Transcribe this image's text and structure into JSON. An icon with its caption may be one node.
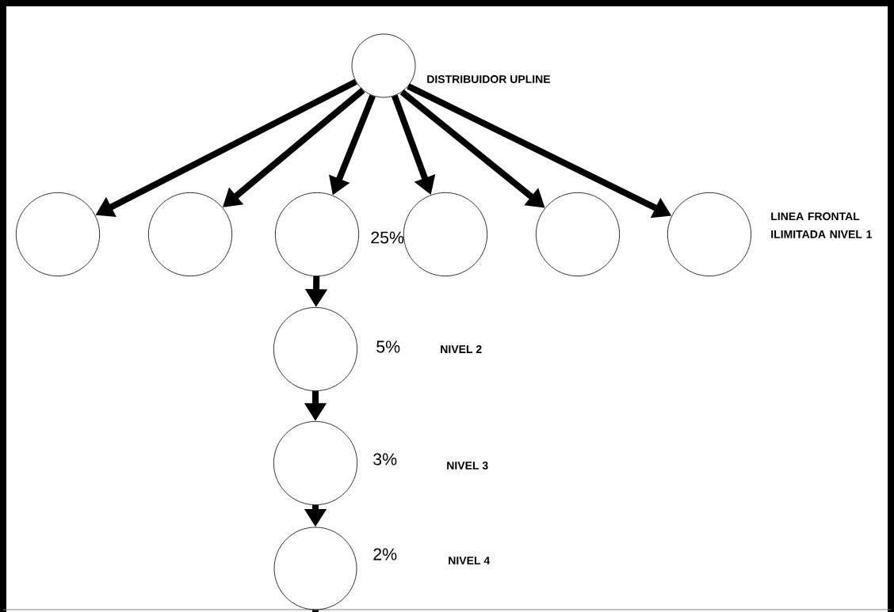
{
  "diagram": {
    "nodes": [
      {
        "text": [],
        "shape": "circle",
        "beside": [
          "DISTRIBUIDOR  UPLINE"
        ]
      },
      {
        "text": [],
        "shape": "circle"
      },
      {
        "text": [],
        "shape": "circle"
      },
      {
        "text": [],
        "shape": "circle"
      },
      {
        "text": [],
        "shape": "circle"
      },
      {
        "text": [],
        "shape": "circle"
      },
      {
        "text": [],
        "shape": "circle"
      },
      {
        "text": [],
        "shape": "circle"
      },
      {
        "text": [],
        "shape": "circle"
      },
      {
        "text": [],
        "shape": "circle"
      }
    ],
    "edges": [
      {
        "from": 0,
        "to": 1,
        "arrow": "to"
      },
      {
        "from": 0,
        "to": 2,
        "arrow": "to"
      },
      {
        "from": 0,
        "to": 3,
        "arrow": "to"
      },
      {
        "from": 0,
        "to": 4,
        "arrow": "to"
      },
      {
        "from": 0,
        "to": 5,
        "arrow": "to"
      },
      {
        "from": 0,
        "to": 6,
        "arrow": "to"
      },
      {
        "from": 3,
        "to": 7,
        "arrow": "to"
      },
      {
        "from": 7,
        "to": 8,
        "arrow": "to"
      },
      {
        "from": 8,
        "to": 9,
        "arrow": "to"
      },
      {
        "from": 9,
        "to": null,
        "arrow": "none"
      }
    ],
    "labels": [
      "25%",
      "LINEA FRONTAL ILIMITADA NIVEL 1",
      "5%",
      "NIVEL 2",
      "3%",
      "NIVEL 3",
      "2%",
      "NIVEL 4"
    ]
  }
}
